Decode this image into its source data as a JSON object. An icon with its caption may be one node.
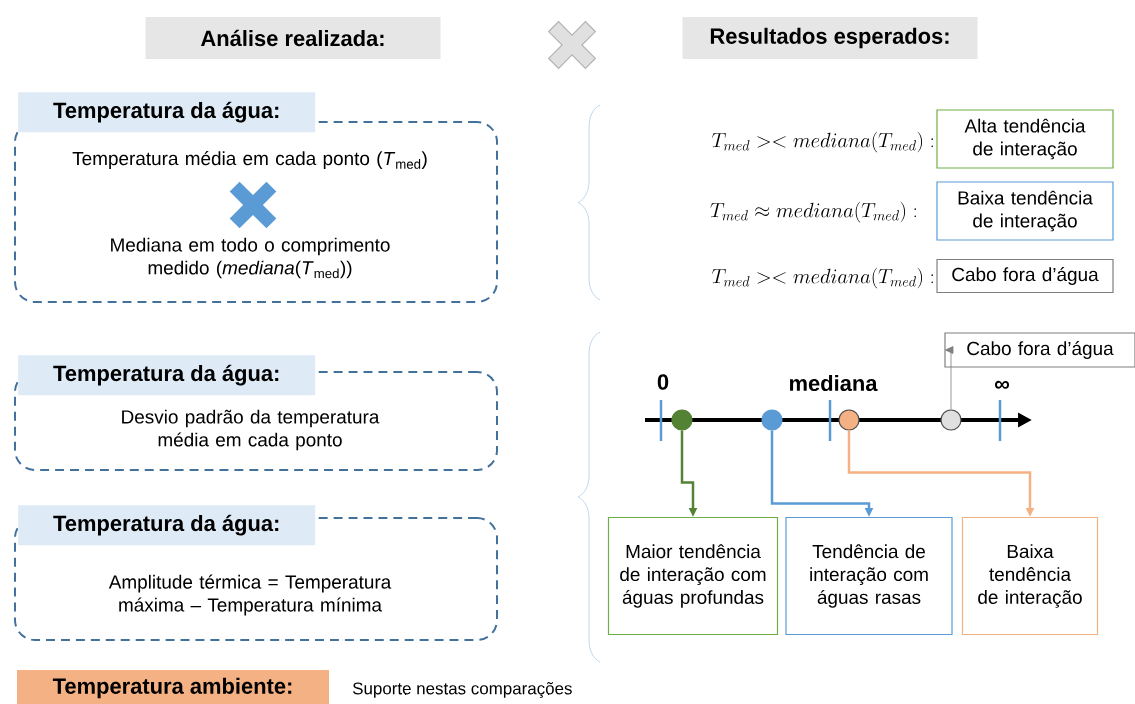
{
  "diagram": {
    "nodes": [
      {
        "text": [
          "Análise realizada:"
        ]
      },
      {
        "text": [
          "Resultados esperados:"
        ]
      },
      {
        "text": [
          "Temperatura da água:",
          "Temperatura média em cada ponto (*T*$_{med}$)",
          "Mediana em todo o comprimento medido (*mediana*(*T*$_{med}$))"
        ]
      },
      {
        "text": [
          "Temperatura da água:",
          "Desvio padrão da temperatura média em cada ponto"
        ]
      },
      {
        "text": [
          "Temperatura da água:",
          "Amplitude térmica = Temperatura máxima – Temperatura mínima"
        ]
      },
      {
        "text": [
          "Temperatura ambiente:"
        ],
        "beside": [
          "Suporte nestas comparações"
        ]
      },
      {
        "text": [
          "Alta tendência de interação"
        ]
      },
      {
        "text": [
          "Baixa tendência de interação"
        ]
      },
      {
        "text": [
          "Cabo fora d’água"
        ]
      },
      {
        "text": [
          "Cabo fora d’água"
        ]
      },
      {
        "text": [],
        "shape": "circle"
      },
      {
        "text": [],
        "shape": "circle"
      },
      {
        "text": [],
        "shape": "circle"
      },
      {
        "text": [],
        "shape": "circle"
      },
      {
        "text": [
          "Maior tendência de interação com águas profundas"
        ]
      },
      {
        "text": [
          "Tendência de interação com águas rasas"
        ]
      },
      {
        "text": [
          "Baixa tendência de interação"
        ]
      }
    ],
    "edges": [
      {
        "from": 10,
        "to": 14,
        "arrow": "to",
        "color": "#548235"
      },
      {
        "from": 11,
        "to": 15,
        "arrow": "to",
        "color": "#5b9bd5"
      },
      {
        "from": 12,
        "to": 16,
        "arrow": "to",
        "color": "#f4b183"
      },
      {
        "from": 13,
        "to": 9,
        "arrow": "to",
        "color": "#7f7f7f"
      }
    ],
    "labels": [
      "T_{med} >< mediana(T_{med}):",
      "T_{med} \\approx mediana(T_{med}):",
      "T_{med} >< mediana(T_{med}):",
      "0",
      "mediana",
      "∞"
    ]
  }
}
